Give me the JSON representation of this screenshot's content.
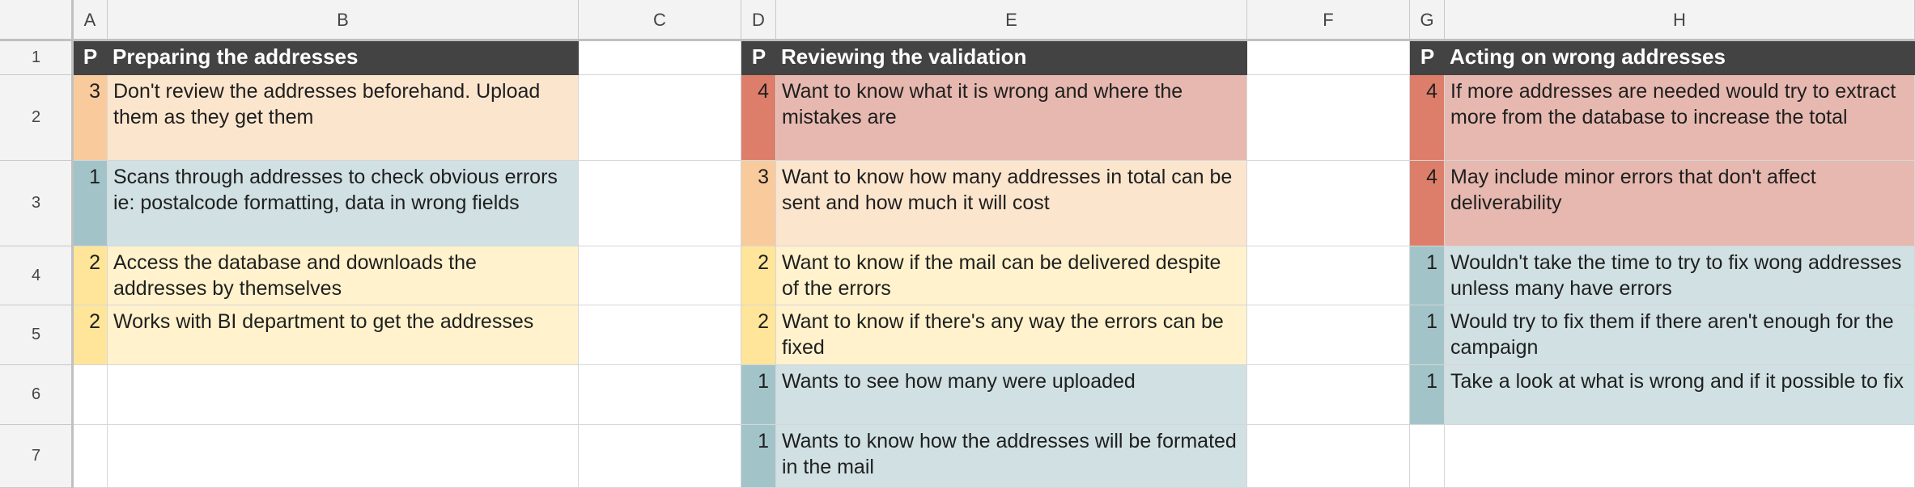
{
  "columns": [
    "A",
    "B",
    "C",
    "D",
    "E",
    "F",
    "G",
    "H"
  ],
  "rows": [
    "1",
    "2",
    "3",
    "4",
    "5",
    "6",
    "7"
  ],
  "colors": {
    "p4_dark": "#dd7e6b",
    "p4_light": "#e6b8af",
    "p3_dark": "#f9cb9c",
    "p3_light": "#fce5cd",
    "p2_dark": "#ffe599",
    "p2_light": "#fff2cc",
    "p1_dark": "#a2c4c9",
    "p1_light": "#d0e0e3",
    "header_bg": "#434343"
  },
  "groups": [
    {
      "p_label": "P",
      "title": "Preparing the addresses",
      "items": [
        {
          "priority": "3",
          "text": "Don't review the addresses beforehand. Upload them as they get them"
        },
        {
          "priority": "1",
          "text": "Scans through addresses to check obvious errors ie: postalcode formatting, data in wrong fields"
        },
        {
          "priority": "2",
          "text": "Access the database and downloads the addresses by themselves"
        },
        {
          "priority": "2",
          "text": "Works with BI department to get the addresses"
        }
      ]
    },
    {
      "p_label": "P",
      "title": "Reviewing the validation",
      "items": [
        {
          "priority": "4",
          "text": "Want to know what it is wrong and where the mistakes are"
        },
        {
          "priority": "3",
          "text": "Want to know how many addresses in total can be sent and how much it will cost"
        },
        {
          "priority": "2",
          "text": "Want to know if the mail can be delivered despite of the errors"
        },
        {
          "priority": "2",
          "text": "Want to know if there's any way the errors can be fixed"
        },
        {
          "priority": "1",
          "text": "Wants to see how many were uploaded"
        },
        {
          "priority": "1",
          "text": "Wants to know how the addresses will be formated in the mail"
        }
      ]
    },
    {
      "p_label": "P",
      "title": "Acting on wrong addresses",
      "items": [
        {
          "priority": "4",
          "text": "If more addresses are needed would try to extract more from the database to increase the total"
        },
        {
          "priority": "4",
          "text": "May include minor errors that don't affect deliverability"
        },
        {
          "priority": "1",
          "text": "Wouldn't take the time to try to fix wong addresses  unless many have errors"
        },
        {
          "priority": "1",
          "text": "Would try to fix them if there aren't enough for the campaign"
        },
        {
          "priority": "1",
          "text": "Take a look at what is wrong and if it possible to fix"
        }
      ]
    }
  ]
}
